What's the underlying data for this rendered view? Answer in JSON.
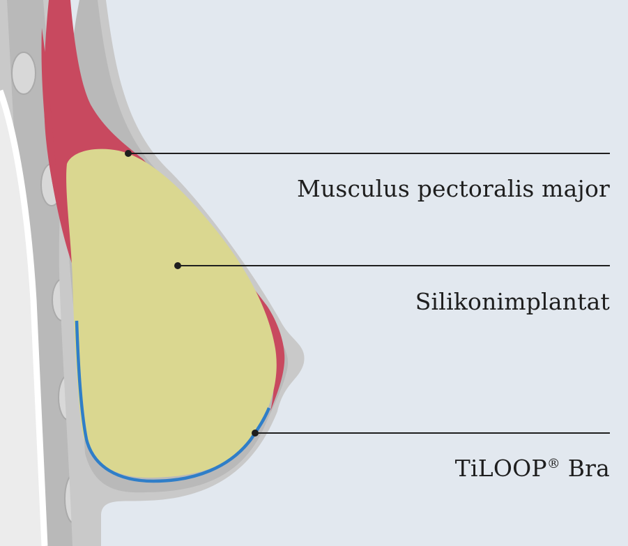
{
  "colors": {
    "background": "#e2e8ef",
    "tissue_gray": "#b9b9b9",
    "tissue_light": "#c9c9c9",
    "bone_white": "#ececec",
    "muscle": "#c8495f",
    "implant": "#dad790",
    "mesh_blue": "#2f7ec8",
    "leader_line": "#1e1e1e"
  },
  "labels": {
    "muscle": "Musculus pectoralis major",
    "implant": "Silikonimplantat",
    "tiloop_name": "TiLOOP",
    "tiloop_mark": "®",
    "tiloop_suffix": " Bra"
  }
}
